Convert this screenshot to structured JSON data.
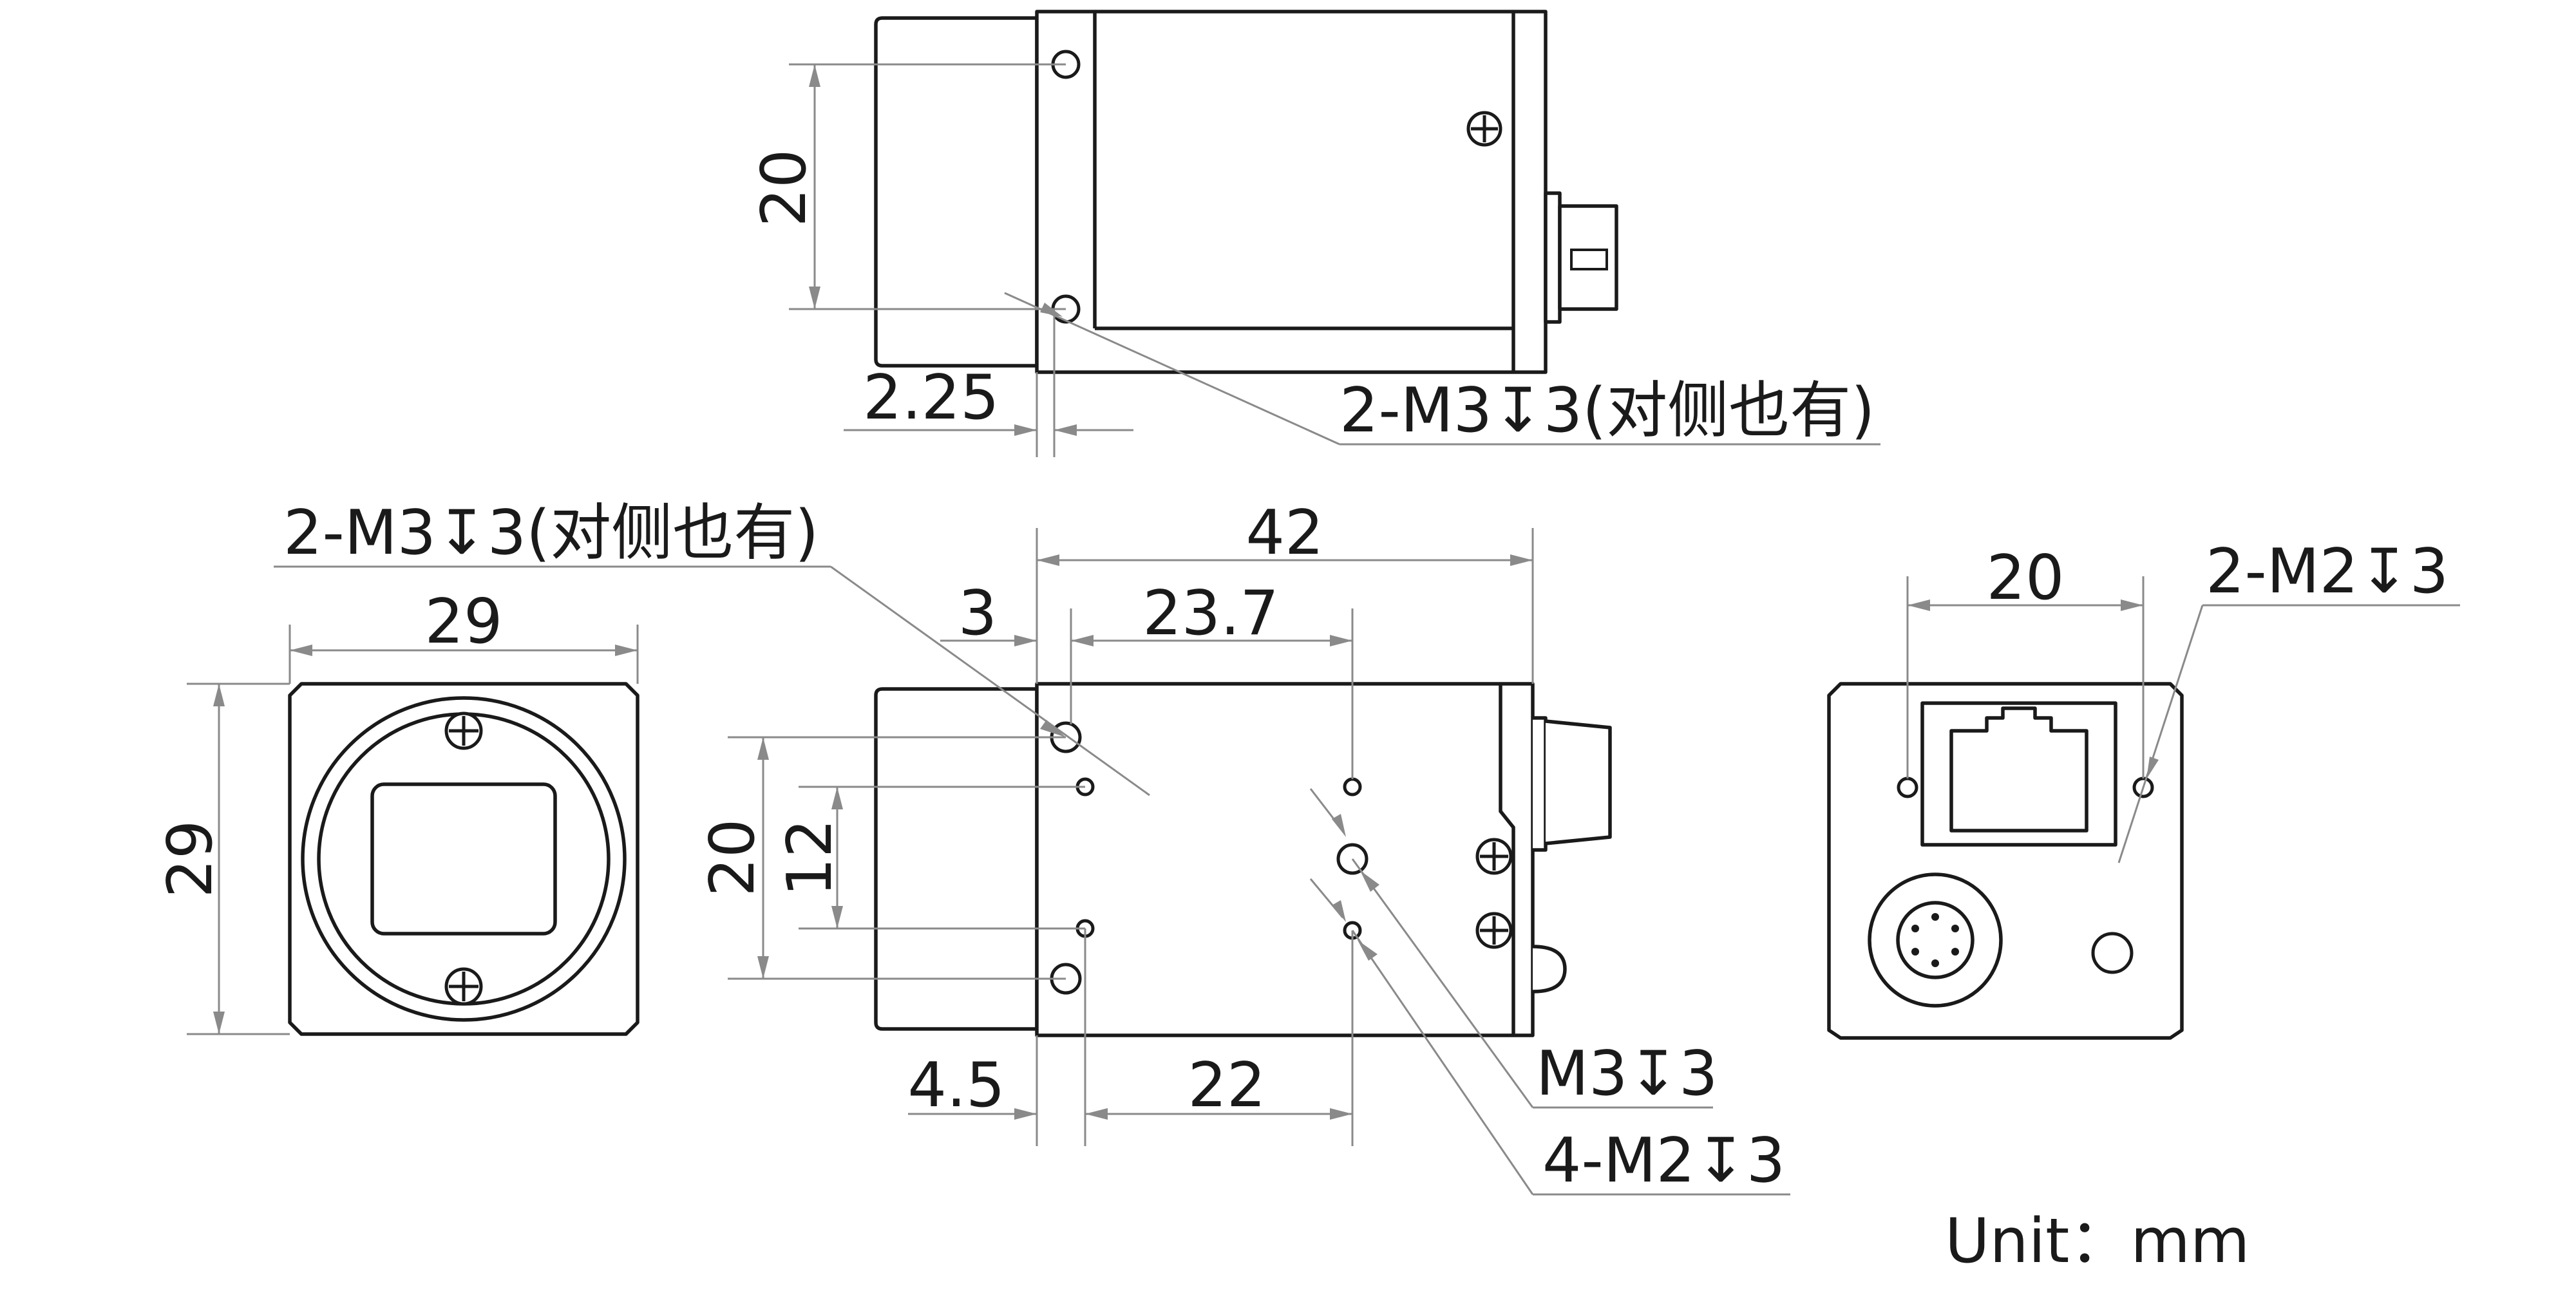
{
  "top_view": {
    "dim_height": "20",
    "dim_offset": "2.25",
    "callout": "2-M3↧3(对侧也有)"
  },
  "front_view": {
    "dim_width": "29",
    "dim_height": "29"
  },
  "side_view": {
    "callout_top": "2-M3↧3(对侧也有)",
    "dim_length": "42",
    "dim_3": "3",
    "dim_23_7": "23.7",
    "dim_20": "20",
    "dim_12": "12",
    "dim_4_5": "4.5",
    "dim_22": "22",
    "callout_m3": "M3↧3",
    "callout_m2": "4-M2↧3"
  },
  "rear_view": {
    "dim_width": "20",
    "callout": "2-M2↧3"
  },
  "unit_label": "Unit：mm",
  "icons": [
    "screw-head-icon",
    "rj45-port-icon",
    "power-connector-icon",
    "mount-hole-icon"
  ]
}
